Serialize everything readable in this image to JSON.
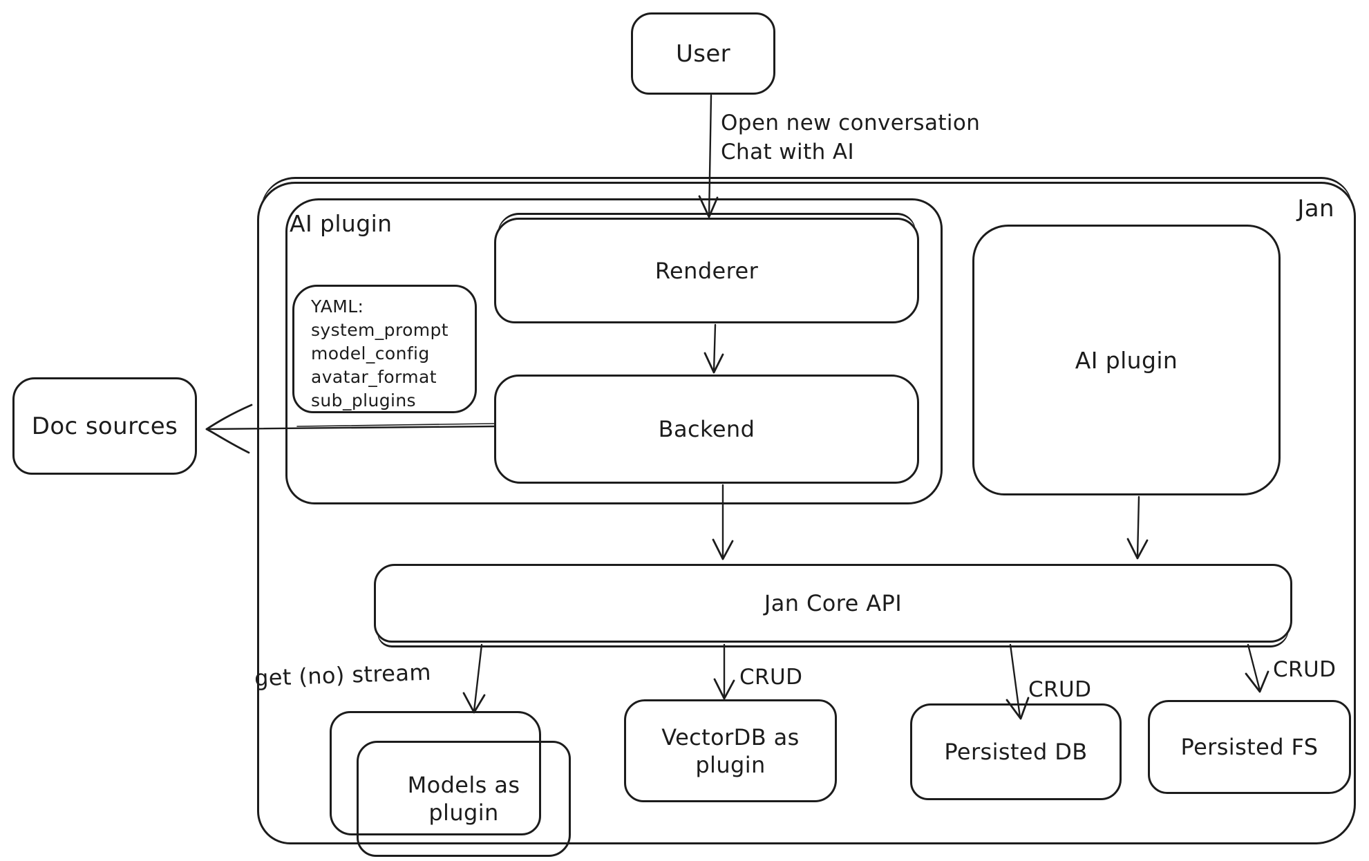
{
  "diagram": {
    "background": "#ffffff",
    "stroke_color": "#1c1c1c",
    "nodes": {
      "user": "User",
      "jan": "Jan",
      "ai_plugin_left": "AI plugin",
      "renderer": "Renderer",
      "backend": "Backend",
      "doc_sources": "Doc sources",
      "ai_plugin_right": "AI plugin",
      "jan_core_api": "Jan Core API",
      "models_as_plugin": "Models as plugin",
      "vectordb_as_plugin": "VectorDB as plugin",
      "persisted_db": "Persisted DB",
      "persisted_fs": "Persisted FS"
    },
    "yaml_note": {
      "lines": [
        "YAML:",
        "system_prompt",
        "model_config",
        "avatar_format",
        "sub_plugins"
      ]
    },
    "edge_labels": {
      "open_conversation": "Open new conversation",
      "chat_with_ai": "Chat with AI",
      "get_no_stream": "get (no) stream",
      "crud_vectordb": "CRUD",
      "crud_persisted_db": "CRUD",
      "crud_persisted_fs": "CRUD"
    }
  }
}
